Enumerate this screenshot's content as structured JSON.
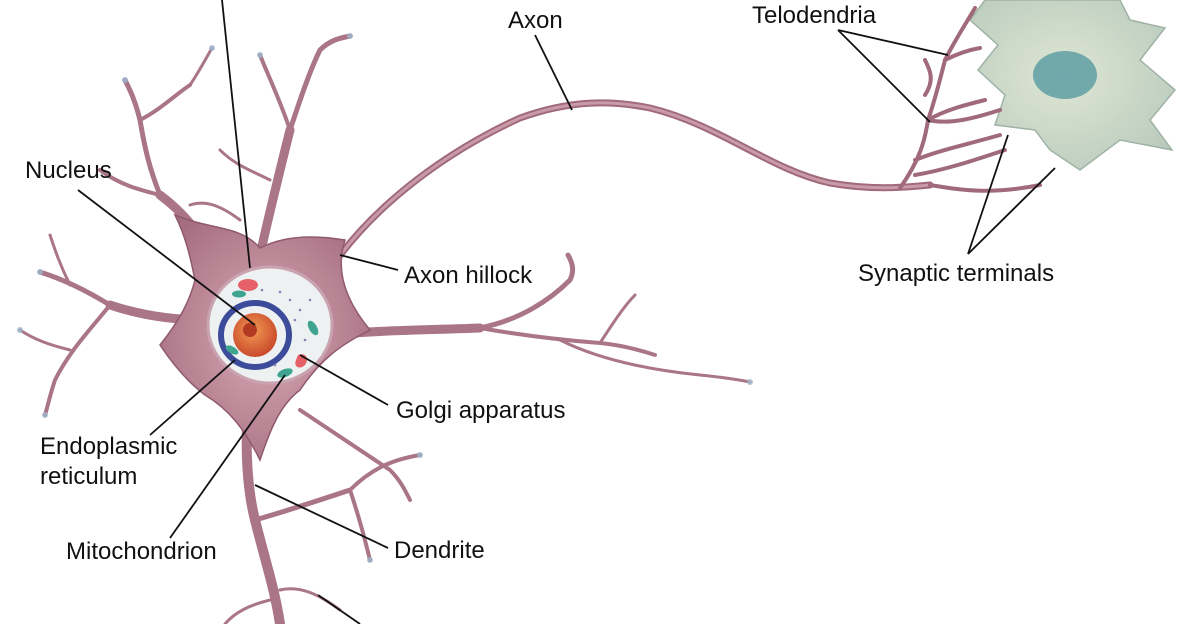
{
  "labels": {
    "axon": "Axon",
    "telodendria": "Telodendria",
    "nucleus": "Nucleus",
    "axon_hillock": "Axon hillock",
    "synaptic_terminals": "Synaptic terminals",
    "golgi_apparatus": "Golgi apparatus",
    "endoplasmic_line1": "Endoplasmic",
    "endoplasmic_line2": "reticulum",
    "mitochondrion": "Mitochondrion",
    "dendrite": "Dendrite"
  },
  "colors": {
    "neuron_fill": "#c2899a",
    "neuron_edge": "#8f5a6b",
    "dendrite_tip": "#9fb6cc",
    "target_cell": "#c9d7c6",
    "target_nucleus": "#5f9da3",
    "cell_body_interior": "#eef1f2",
    "nucleus": "#e46a3a",
    "nucleus_envelope": "#3c4c9a",
    "golgi": "#e56167",
    "mitochondria": "#3ea48f",
    "leader_line": "#111111"
  }
}
